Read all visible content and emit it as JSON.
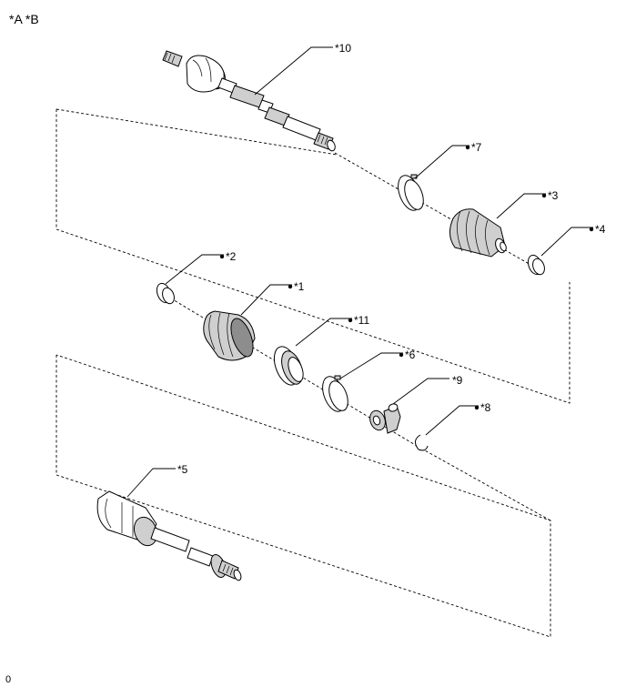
{
  "header": {
    "title": "*A *B"
  },
  "footer": {
    "code": "0"
  },
  "labels": {
    "p10": "*10",
    "p7": "*7",
    "p3": "*3",
    "p4": "*4",
    "p2": "*2",
    "p1": "*1",
    "p11": "*11",
    "p6": "*6",
    "p9": "*9",
    "p8": "*8",
    "p5": "*5"
  },
  "colors": {
    "line": "#000000",
    "shade": "#cfcfcf",
    "dark": "#8d8d8d"
  }
}
